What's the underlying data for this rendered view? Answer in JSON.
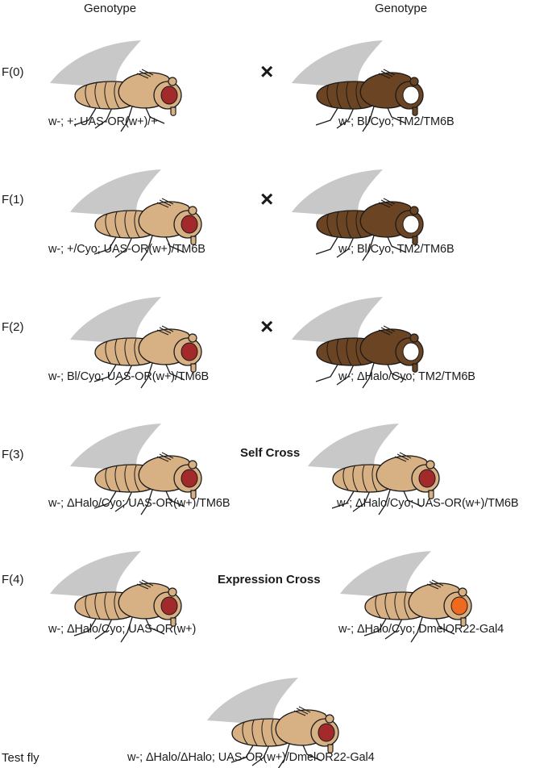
{
  "headers": {
    "left": "Genotype",
    "right": "Genotype"
  },
  "colors": {
    "body_tan": "#d7b084",
    "body_dark": "#6b4423",
    "eye_red": "#a22a2a",
    "eye_orange": "#ef6a1e",
    "eye_white": "#ffffff",
    "wing": "#9a9a9a"
  },
  "generations": [
    {
      "label": "F(0)",
      "symbol": "×",
      "left": {
        "genotype": "w-; +; UAS-OR(w+)/+",
        "body": "tan",
        "eye": "red"
      },
      "right": {
        "genotype": "w-; Bl/Cyo; TM2/TM6B",
        "body": "dark",
        "eye": "white"
      }
    },
    {
      "label": "F(1)",
      "symbol": "×",
      "left": {
        "genotype": "w-; +/Cyo; UAS-OR(w+)/TM6B",
        "body": "tan",
        "eye": "red"
      },
      "right": {
        "genotype": "w-; Bl/Cyo; TM2/TM6B",
        "body": "dark",
        "eye": "white"
      }
    },
    {
      "label": "F(2)",
      "symbol": "×",
      "left": {
        "genotype": "w-; Bl/Cyo; UAS-OR(w+)/TM6B",
        "body": "tan",
        "eye": "red"
      },
      "right": {
        "genotype": "w-; ΔHalo/Cyo; TM2/TM6B",
        "body": "dark",
        "eye": "white"
      }
    },
    {
      "label": "F(3)",
      "symbol": "Self Cross",
      "left": {
        "genotype": "w-; ΔHalo/Cyo; UAS-OR(w+)/TM6B",
        "body": "tan",
        "eye": "red"
      },
      "right": {
        "genotype": "w-; ΔHalo/Cyo; UAS-OR(w+)/TM6B",
        "body": "tan",
        "eye": "red"
      }
    },
    {
      "label": "F(4)",
      "symbol": "Expression Cross",
      "left": {
        "genotype": "w-; ΔHalo/Cyo; UAS-OR(w+)",
        "body": "tan",
        "eye": "red"
      },
      "right": {
        "genotype": "w-; ΔHalo/Cyo; DmelOR22-Gal4",
        "body": "tan",
        "eye": "orange"
      }
    }
  ],
  "test_fly": {
    "label": "Test fly",
    "genotype": "w-; ΔHalo/ΔHalo; UAS-OR(w+)/DmelOR22-Gal4",
    "body": "tan",
    "eye": "red"
  }
}
